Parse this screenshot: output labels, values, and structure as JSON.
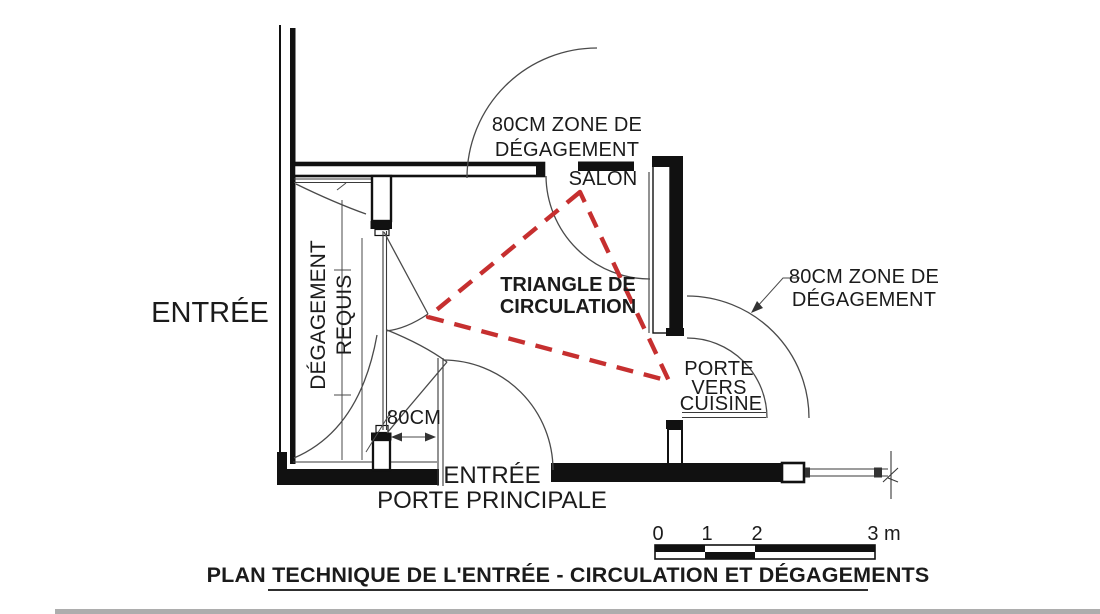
{
  "colors": {
    "line": "#111111",
    "red": "#c62f2f",
    "background": "#ffffff"
  },
  "labels": {
    "entree": "ENTRÉE",
    "degagement_line1": "DÉGAGEMENT",
    "degagement_line2": "REQUIS",
    "zone_top_line1": "80CM ZONE DE",
    "zone_top_line2": "DÉGAGEMENT",
    "salon": "SALON",
    "triangle_line1": "TRIANGLE DE",
    "triangle_line2": "CIRCULATION",
    "zone_right_line1": "80CM ZONE DE",
    "zone_right_line2": "DÉGAGEMENT",
    "porte_line1": "PORTE",
    "porte_line2": "VERS",
    "porte_line3": "CUISINE",
    "dim_80cm": "80CM",
    "entrance_door_line1": "ENTRÉE",
    "entrance_door_line2": "PORTE PRINCIPALE",
    "title": "PLAN TECHNIQUE DE L'ENTRÉE - CIRCULATION ET DÉGAGEMENTS"
  },
  "scale_bar": {
    "ticks": [
      "0",
      "1",
      "2",
      "3 m"
    ],
    "unit": "m",
    "range_start": 0,
    "range_end": 3
  }
}
